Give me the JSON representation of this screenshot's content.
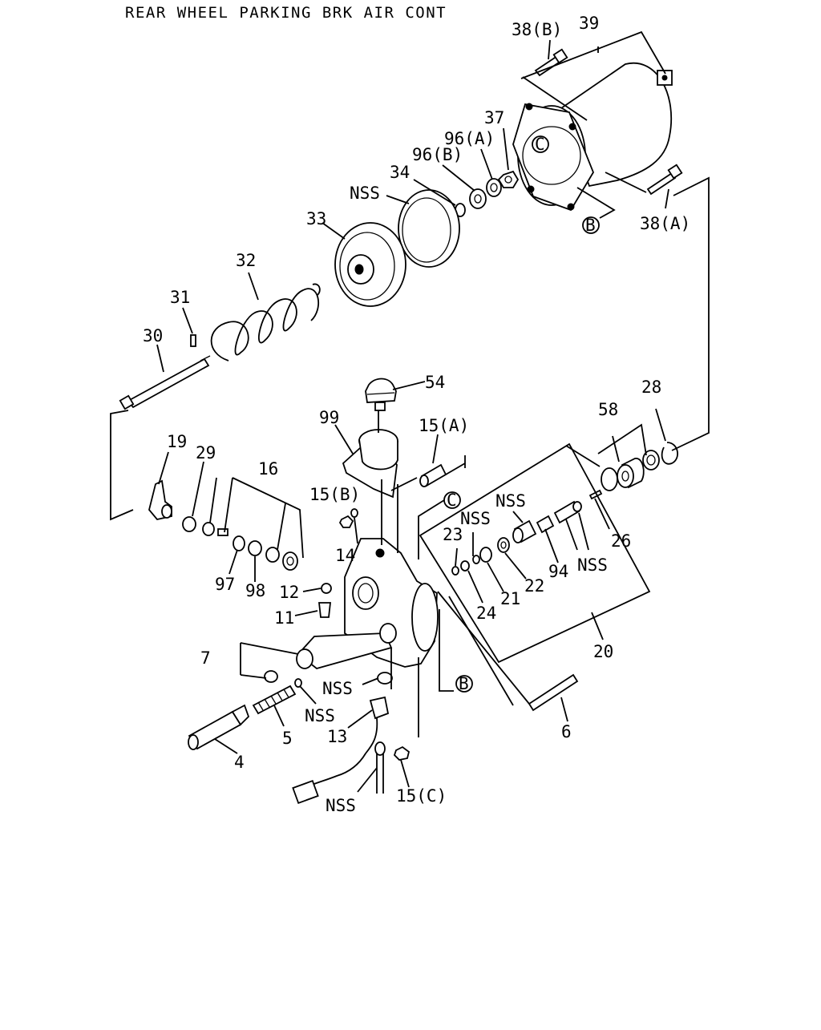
{
  "title": "REAR WHEEL PARKING BRK AIR CONT",
  "callouts": {
    "c4": "4",
    "c5": "5",
    "c6": "6",
    "c7": "7",
    "c11": "11",
    "c12": "12",
    "c13": "13",
    "c14": "14",
    "c15a": "15(A)",
    "c15b": "15(B)",
    "c15c": "15(C)",
    "c16": "16",
    "c19": "19",
    "c20": "20",
    "c21": "21",
    "c22": "22",
    "c23": "23",
    "c24": "24",
    "c26": "26",
    "c28": "28",
    "c29": "29",
    "c30": "30",
    "c31": "31",
    "c32": "32",
    "c33": "33",
    "c34": "34",
    "c37": "37",
    "c38a": "38(A)",
    "c38b": "38(B)",
    "c39": "39",
    "c54": "54",
    "c58": "58",
    "c94": "94",
    "c96a": "96(A)",
    "c96b": "96(B)",
    "c97": "97",
    "c98": "98",
    "c99": "99",
    "nss1": "NSS",
    "nss2": "NSS",
    "nss3": "NSS",
    "nss4": "NSS",
    "nss5": "NSS",
    "nss6": "NSS",
    "nss7": "NSS"
  },
  "circle_refs": {
    "b1": "B",
    "b2": "B",
    "c1": "C",
    "c2": "C"
  }
}
